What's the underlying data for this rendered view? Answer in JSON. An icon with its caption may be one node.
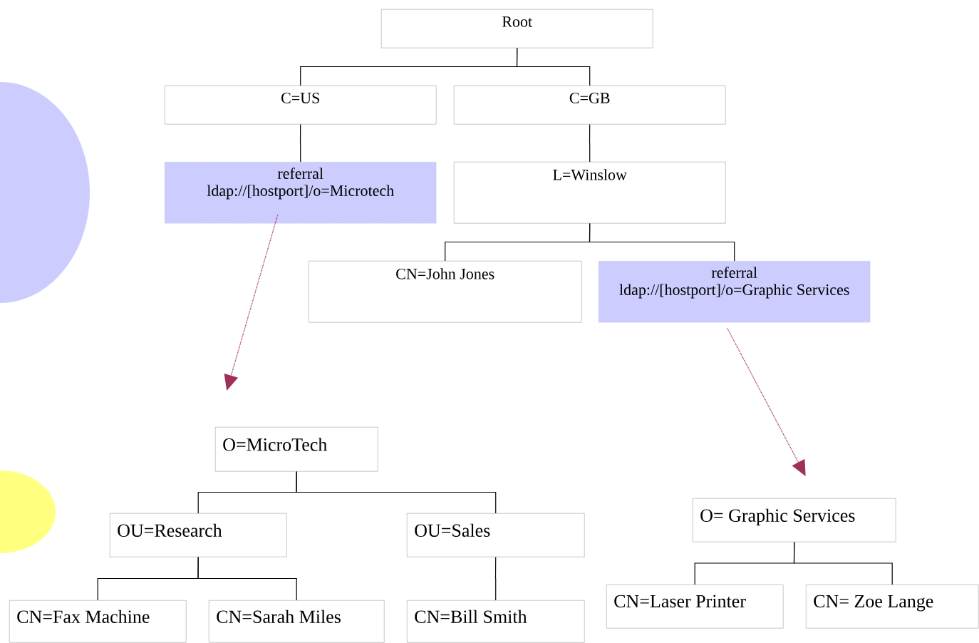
{
  "diagram": {
    "nodes": [
      {
        "text": [
          "Root"
        ]
      },
      {
        "text": [
          "C=US"
        ]
      },
      {
        "text": [
          "C=GB"
        ]
      },
      {
        "text": [
          "referral",
          "ldap://[hostport]/o=Microtech"
        ]
      },
      {
        "text": [
          "L=Winslow"
        ]
      },
      {
        "text": [
          "CN=John Jones"
        ]
      },
      {
        "text": [
          "referral",
          "ldap://[hostport]/o=Graphic Services"
        ]
      },
      {
        "text": [
          "O=MicroTech"
        ]
      },
      {
        "text": [
          "OU=Research"
        ]
      },
      {
        "text": [
          "OU=Sales"
        ]
      },
      {
        "text": [
          "CN=Fax Machine"
        ]
      },
      {
        "text": [
          "CN=Sarah Miles"
        ]
      },
      {
        "text": [
          "CN=Bill Smith"
        ]
      },
      {
        "text": [
          "O= Graphic Services"
        ]
      },
      {
        "text": [
          "CN=Laser Printer"
        ]
      },
      {
        "text": [
          "CN= Zoe Lange"
        ]
      }
    ],
    "edges": [
      {
        "from": 0,
        "to": 1,
        "arrow": "none"
      },
      {
        "from": 0,
        "to": 2,
        "arrow": "none"
      },
      {
        "from": 1,
        "to": 3,
        "arrow": "none"
      },
      {
        "from": 2,
        "to": 4,
        "arrow": "none"
      },
      {
        "from": 4,
        "to": 5,
        "arrow": "none"
      },
      {
        "from": 4,
        "to": 6,
        "arrow": "none"
      },
      {
        "from": 3,
        "to": 7,
        "arrow": "to",
        "style": "dashed",
        "color": "#a0305a"
      },
      {
        "from": 6,
        "to": 13,
        "arrow": "to",
        "style": "dashed",
        "color": "#a0305a"
      },
      {
        "from": 7,
        "to": 8,
        "arrow": "none"
      },
      {
        "from": 7,
        "to": 9,
        "arrow": "none"
      },
      {
        "from": 8,
        "to": 10,
        "arrow": "none"
      },
      {
        "from": 8,
        "to": 11,
        "arrow": "none"
      },
      {
        "from": 9,
        "to": 12,
        "arrow": "none"
      },
      {
        "from": 13,
        "to": 14,
        "arrow": "none"
      },
      {
        "from": 13,
        "to": 15,
        "arrow": "none"
      }
    ]
  }
}
